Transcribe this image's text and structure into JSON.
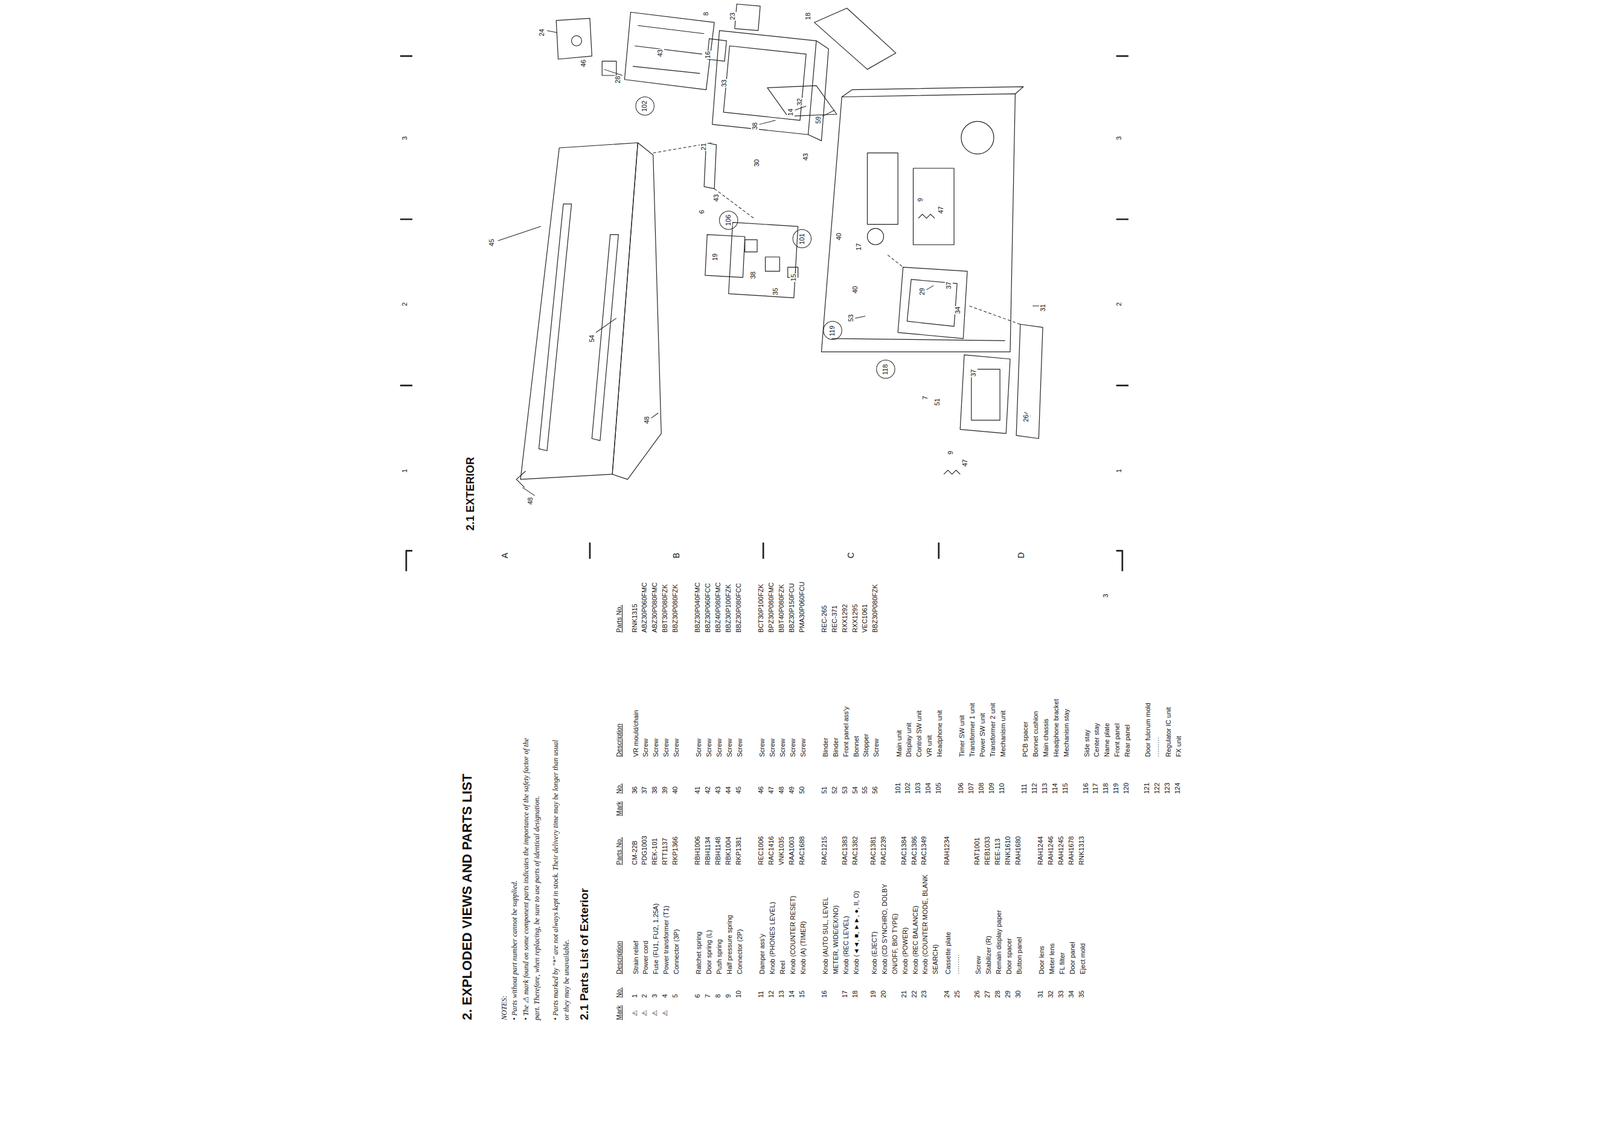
{
  "diagram": {
    "title": "2. EXPLODED VIEWS AND PARTS LIST",
    "labels": [
      "NOTES:",
      "• Parts without part number cannot be supplied.",
      "• The ⚠ mark found on some component parts indicates the importance of the safety factor of the part. Therefore, when replacing, be sure to use parts of identical designation.",
      "• Parts marked by \"*\" are not always kept in stock. Their delivery time may be longer than usual or they may be unavailable.",
      "2.1 Parts List of Exterior",
      "Mark",
      "No.",
      "Description",
      "Parts No.",
      "Mark",
      "No.",
      "Description",
      "Parts No.",
      "⚠",
      "1",
      "Strain relief",
      "CM-22B",
      "⚠",
      "2",
      "Power cord",
      "PDG1003",
      "⚠",
      "3",
      "Fuse (FU1, FU2, 1.25A)",
      "REK-101",
      "⚠",
      "4",
      "Power transformer (T1)",
      "RTT1137",
      "5",
      "Connector (3P)",
      "RKP1366",
      "6",
      "Ratchet spring",
      "RBH1006",
      "7",
      "Door spring (L)",
      "RBH1134",
      "8",
      "Push spring",
      "RBH1148",
      "9",
      "Half pressure spring",
      "RBK1004",
      "10",
      "Connector (2P)",
      "RKP1381",
      "11",
      "Damper ass'y",
      "REC1006",
      "12",
      "Knob (PHONES LEVEL)",
      "RAC1416",
      "13",
      "Reel",
      "VNK1035",
      "14",
      "Knob (COUNTER RESET)",
      "RAA1003",
      "15",
      "Knob (A) (TIMER)",
      "RAC1688",
      "16",
      "Knob (AUTO SUL, LEVEL METER, WIDE/EX/NO)",
      "RAC1215",
      "17",
      "Knob (REC LEVEL)",
      "RAC1383",
      "18",
      "Knob (◄◄, ■, ►►, ●, II, O)",
      "RAC1382",
      "19",
      "Knob (EJECT)",
      "RAC1381",
      "20",
      "Knob (CD SYNCHRO, DOLBY ON/OFF, BIO TYPE)",
      "RAC1239",
      "21",
      "Knob (POWER)",
      "RAC1384",
      "22",
      "Knob (REC BALANCE)",
      "RAC1386",
      "23",
      "Knob (COUNTER MODE, BLANK SEARCH)",
      "RAC1349",
      "24",
      "Cassette plate",
      "RAH1234",
      "25",
      "·········",
      "26",
      "Screw",
      "RAT1001",
      "27",
      "Stabilizer (R)",
      "REB1033",
      "28",
      "Remain display paper",
      "REE-113",
      "29",
      "Door spacer",
      "RNK1610",
      "30",
      "Button panel",
      "RAH1680",
      "31",
      "Door lens",
      "RAH1244",
      "32",
      "Meter lens",
      "RAH1246",
      "33",
      "FL filter",
      "RAH1245",
      "34",
      "Door panel",
      "RAH1678",
      "35",
      "Eject mold",
      "RNK1313",
      "36",
      "VR mould/chain",
      "RNK1315",
      "37",
      "Screw",
      "ABZ30P060FMC",
      "38",
      "Screw",
      "ABZ30P080FMC",
      "39",
      "Screw",
      "BBT30P080FZK",
      "40",
      "Screw",
      "BBZ30P080FZK",
      "41",
      "Screw",
      "BBZ30P040FMC",
      "42",
      "Screw",
      "BBZ30P060FCC",
      "43",
      "Screw",
      "BBZ40P080FMC",
      "44",
      "Screw",
      "BBZ30P100FZK",
      "45",
      "Screw",
      "BBZ30P080FCC",
      "46",
      "Screw",
      "BCT30P100FZK",
      "47",
      "Screw",
      "BPZ30P080FMC",
      "48",
      "Screw",
      "BBT40P080FZK",
      "49",
      "Screw",
      "BBZ30P150FCU",
      "50",
      "Screw",
      "PMA30P060FCU",
      "51",
      "Binder",
      "REC-265",
      "52",
      "Binder",
      "REC-371",
      "53",
      "Front panel ass'y",
      "RXX1292",
      "54",
      "Bonnet",
      "RXX1295",
      "55",
      "Stopper",
      "VEC1061",
      "56",
      "Screw",
      "BBZ30P080FZK",
      "101",
      "Main unit",
      "102",
      "Display unit",
      "103",
      "Control SW unit",
      "104",
      "VR unit",
      "105",
      "Headphone unit",
      "106",
      "Timer SW unit",
      "107",
      "Transformer 1 unit",
      "108",
      "Power SW unit",
      "109",
      "Transformer 2 unit",
      "110",
      "Mechanism unit",
      "111",
      "PCB spacer",
      "112",
      "Bonnet cushion",
      "113",
      "Main chassis",
      "114",
      "Headphone bracket",
      "115",
      "Mechanism stay",
      "116",
      "Side stay",
      "117",
      "Center stay",
      "118",
      "Name plate",
      "119",
      "Front panel",
      "120",
      "Rear panel",
      "121",
      "Door fulcrum mold",
      "122",
      "·········",
      "123",
      "Regulator IC unit",
      "124",
      "FX unit",
      "2.1 EXTERIOR",
      "A",
      "B",
      "C",
      "D",
      "1",
      "2",
      "3",
      "1",
      "2",
      "3",
      "45",
      "48",
      "48",
      "54",
      "24",
      "46",
      "28",
      "102",
      "43",
      "8",
      "16",
      "23",
      "33",
      "18",
      "21",
      "38",
      "30",
      "14",
      "32",
      "6",
      "43",
      "106",
      "19",
      "38",
      "35",
      "15",
      "43",
      "101",
      "59",
      "40",
      "40",
      "17",
      "53",
      "119",
      "118",
      "29",
      "37",
      "9",
      "47",
      "7",
      "51",
      "37",
      "9",
      "47",
      "34",
      "31",
      "26",
      "3"
    ]
  }
}
